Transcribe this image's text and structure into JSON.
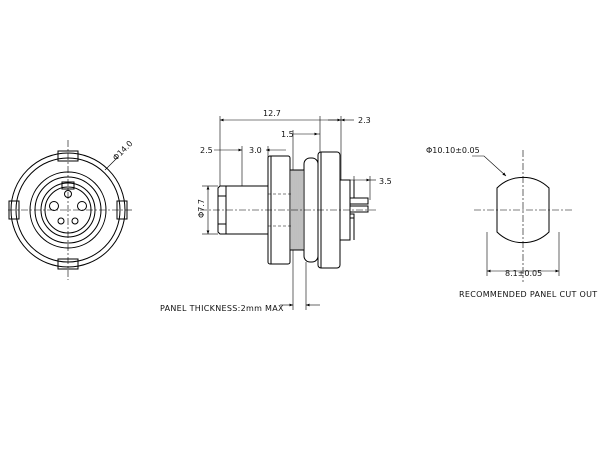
{
  "front_view": {
    "diameter_label": "Φ14.0"
  },
  "side_view": {
    "dim_overall_length": "12.7",
    "dim_panel_thread": "1.5",
    "dim_rear_flange": "2.3",
    "dim_front_flange": "2.5",
    "dim_front_body": "3.0",
    "dim_pin_tail": "3.5",
    "dim_body_diameter": "Φ7.7",
    "panel_note": "PANEL THICKNESS:2mm MAX"
  },
  "panel_cutout": {
    "diameter_label": "Φ10.10±0.05",
    "flat_width_label": "8.1±0.05",
    "note": "RECOMMENDED PANEL CUT OUT"
  }
}
